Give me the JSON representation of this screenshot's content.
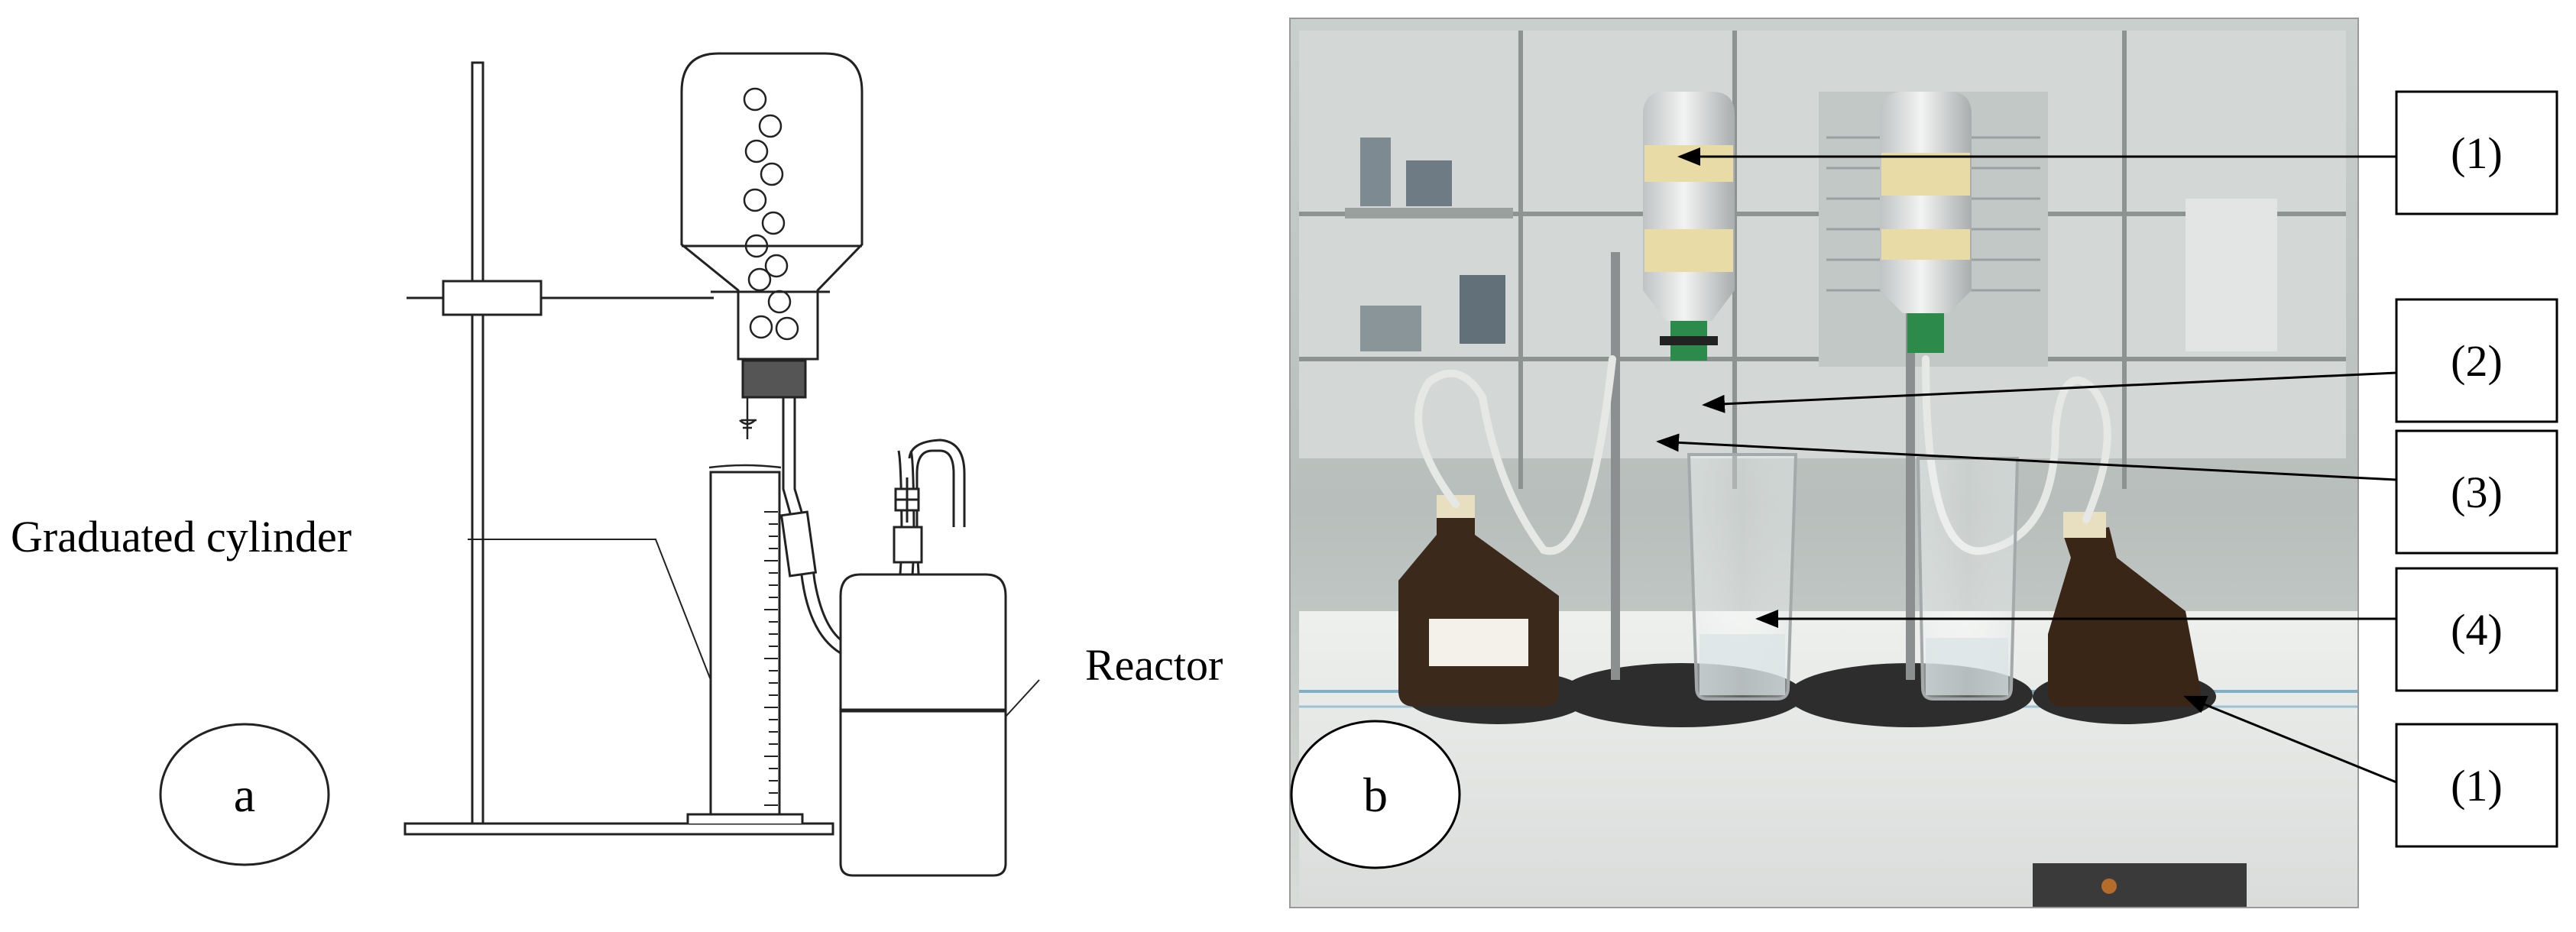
{
  "panel_a": {
    "letter": "a",
    "labels": {
      "graduated_cylinder": "Graduated cylinder",
      "reactor": "Reactor"
    }
  },
  "panel_b": {
    "letter": "b",
    "callouts": [
      "(1)",
      "(2)",
      "(3)",
      "(4)",
      "(1)"
    ]
  }
}
